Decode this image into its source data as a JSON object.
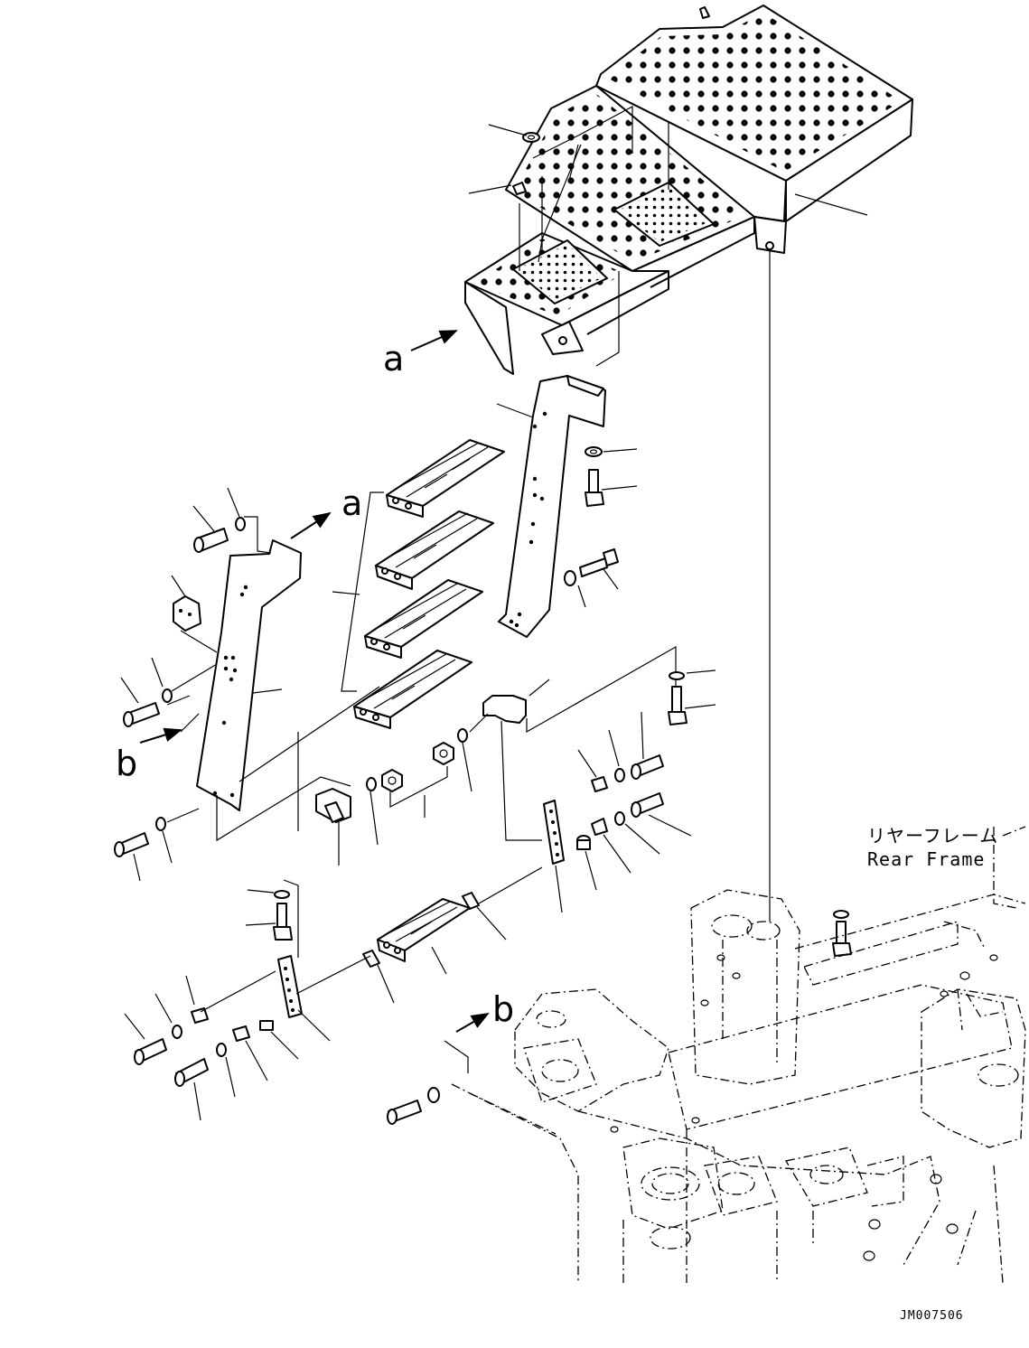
{
  "labels": {
    "arrow_a_upper": "a",
    "arrow_a_lower": "a",
    "arrow_b_upper": "b",
    "arrow_b_lower": "b",
    "rear_frame_jp": "リヤーフレーム",
    "rear_frame_en": "Rear Frame",
    "drawing_code": "JM007506"
  }
}
